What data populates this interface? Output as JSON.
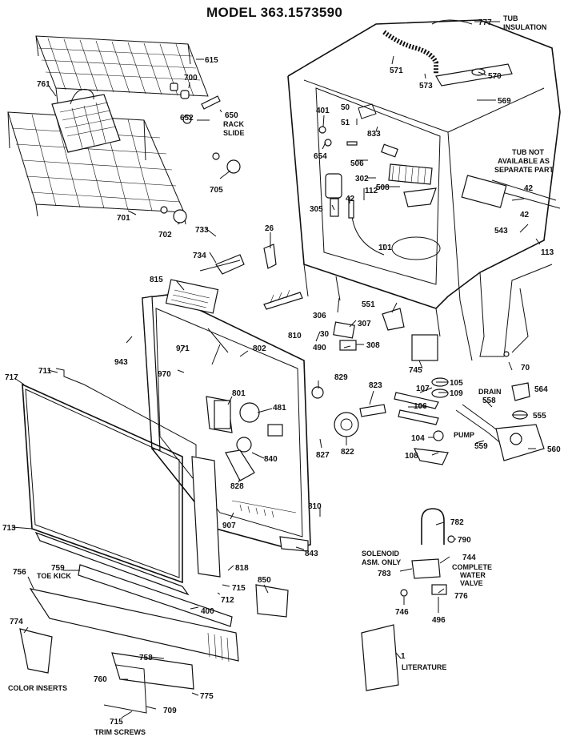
{
  "title": "MODEL 363.1573590",
  "captions": {
    "tub_insulation": [
      "TUB",
      "INSULATION"
    ],
    "rack_slide": [
      "RACK",
      "SLIDE"
    ],
    "tub_not_available": [
      "TUB NOT",
      "AVAILABLE AS",
      "SEPARATE PART"
    ],
    "drain": "DRAIN",
    "pump": "PUMP",
    "solenoid": [
      "SOLENOID",
      "ASM. ONLY"
    ],
    "complete_water_valve": [
      "COMPLETE",
      "WATER",
      "VALVE"
    ],
    "toe_kick": "TOE KICK",
    "literature": "LITERATURE",
    "color_inserts": "COLOR INSERTS",
    "trim_screws": "TRIM SCREWS"
  },
  "callouts": {
    "c777": "777",
    "c615": "615",
    "c761": "761",
    "c700": "700",
    "c652": "652",
    "c650": "650",
    "c571": "571",
    "c573": "573",
    "c570": "570",
    "c569": "569",
    "c401": "401",
    "c50": "50",
    "c51": "51",
    "c833": "833",
    "c654": "654",
    "c506": "506",
    "c302": "302",
    "c508": "508",
    "c705": "705",
    "c42a": "42",
    "c112": "112",
    "c42b": "42",
    "c42c": "42",
    "c305": "305",
    "c543": "543",
    "c701": "701",
    "c702": "702",
    "c733": "733",
    "c26": "26",
    "c101": "101",
    "c113": "113",
    "c734": "734",
    "c815": "815",
    "c306": "306",
    "c551": "551",
    "c307": "307",
    "c30": "30",
    "c810a": "810",
    "c308": "308",
    "c943": "943",
    "c971": "971",
    "c802": "802",
    "c490": "490",
    "c970": "970",
    "c745": "745",
    "c70": "70",
    "c717": "717",
    "c711": "711",
    "c829": "829",
    "c823": "823",
    "c105": "105",
    "c107": "107",
    "c109": "109",
    "c564": "564",
    "c801": "801",
    "c481": "481",
    "c106": "106",
    "c558": "558",
    "c555": "555",
    "c104": "104",
    "c827": "827",
    "c822": "822",
    "c840": "840",
    "c108": "108",
    "c559": "559",
    "c560": "560",
    "c828": "828",
    "c713": "713",
    "c810b": "810",
    "c782": "782",
    "c907": "907",
    "c790": "790",
    "c843": "843",
    "c744": "744",
    "c818": "818",
    "c756": "756",
    "c759": "759",
    "c715a": "715",
    "c850": "850",
    "c783": "783",
    "c712": "712",
    "c400": "400",
    "c776": "776",
    "c746": "746",
    "c496": "496",
    "c774": "774",
    "c758": "758",
    "c1": "1",
    "c760": "760",
    "c775": "775",
    "c709": "709",
    "c715b": "715"
  }
}
